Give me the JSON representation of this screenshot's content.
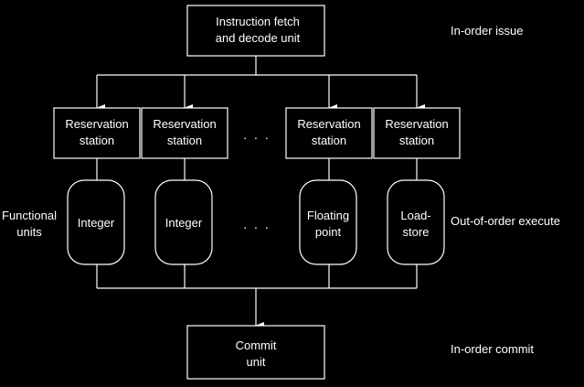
{
  "top_unit": {
    "line1": "Instruction fetch",
    "line2": "and decode unit"
  },
  "stage_labels": {
    "issue": "In-order issue",
    "execute": "Out-of-order execute",
    "commit": "In-order commit"
  },
  "functional_units_label": {
    "line1": "Functional",
    "line2": "units"
  },
  "reservation_stations": [
    {
      "line1": "Reservation",
      "line2": "station"
    },
    {
      "line1": "Reservation",
      "line2": "station"
    },
    {
      "line1": "Reservation",
      "line2": "station"
    },
    {
      "line1": "Reservation",
      "line2": "station"
    }
  ],
  "functional_units": [
    {
      "line1": "Integer",
      "line2": ""
    },
    {
      "line1": "Integer",
      "line2": ""
    },
    {
      "line1": "Floating",
      "line2": "point"
    },
    {
      "line1": "Load-",
      "line2": "store"
    }
  ],
  "ellipsis": ". . .",
  "commit_unit": {
    "line1": "Commit",
    "line2": "unit"
  }
}
